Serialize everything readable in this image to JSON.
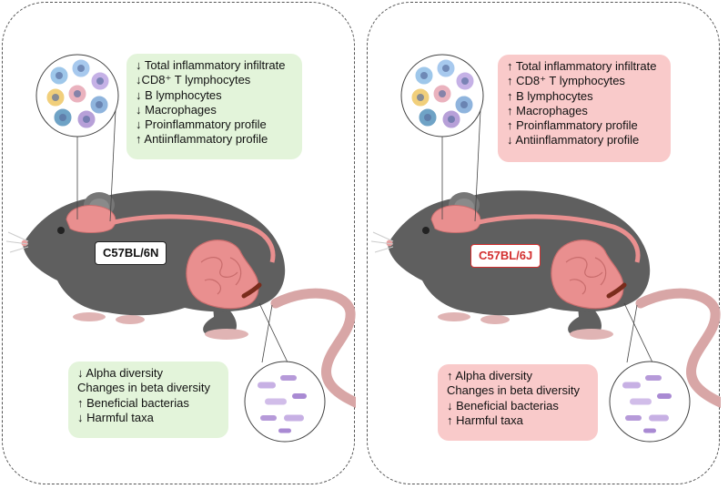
{
  "left": {
    "strain": "C57BL/6N",
    "immune": [
      {
        "arrow": "↓",
        "text": "Total inflammatory infiltrate"
      },
      {
        "arrow": "↓",
        "text": "CD8⁺ T lymphocytes"
      },
      {
        "arrow": "↓",
        "text": "B lymphocytes"
      },
      {
        "arrow": "↓",
        "text": "Macrophages"
      },
      {
        "arrow": "↓",
        "text": "Proinflammatory profile"
      },
      {
        "arrow": "↑",
        "text": "Antiinflammatory profile"
      }
    ],
    "microbiota": [
      {
        "arrow": "↓",
        "text": "Alpha diversity"
      },
      {
        "arrow": "",
        "text": "Changes in beta diversity"
      },
      {
        "arrow": "↑",
        "text": "Beneficial bacterias"
      },
      {
        "arrow": "↓",
        "text": "Harmful taxa"
      }
    ]
  },
  "right": {
    "strain": "C57BL/6J",
    "immune": [
      {
        "arrow": "↑",
        "text": "Total inflammatory infiltrate"
      },
      {
        "arrow": "↑",
        "text": "CD8⁺ T lymphocytes"
      },
      {
        "arrow": "↑",
        "text": "B lymphocytes"
      },
      {
        "arrow": "↑",
        "text": "Macrophages"
      },
      {
        "arrow": "↑",
        "text": "Proinflammatory profile"
      },
      {
        "arrow": "↓",
        "text": "Antiinflammatory profile"
      }
    ],
    "microbiota": [
      {
        "arrow": "↑",
        "text": "Alpha diversity"
      },
      {
        "arrow": "",
        "text": "Changes in beta diversity"
      },
      {
        "arrow": "↓",
        "text": "Beneficial bacterias"
      },
      {
        "arrow": "↑",
        "text": "Harmful taxa"
      }
    ]
  },
  "colors": {
    "good_box": "#e3f4da",
    "bad_box": "#f9caca",
    "mouse_body": "#5f5f5f",
    "intestine": "#e98f8f",
    "strain_n_border": "#222222",
    "strain_j_border": "#d32f2f"
  }
}
